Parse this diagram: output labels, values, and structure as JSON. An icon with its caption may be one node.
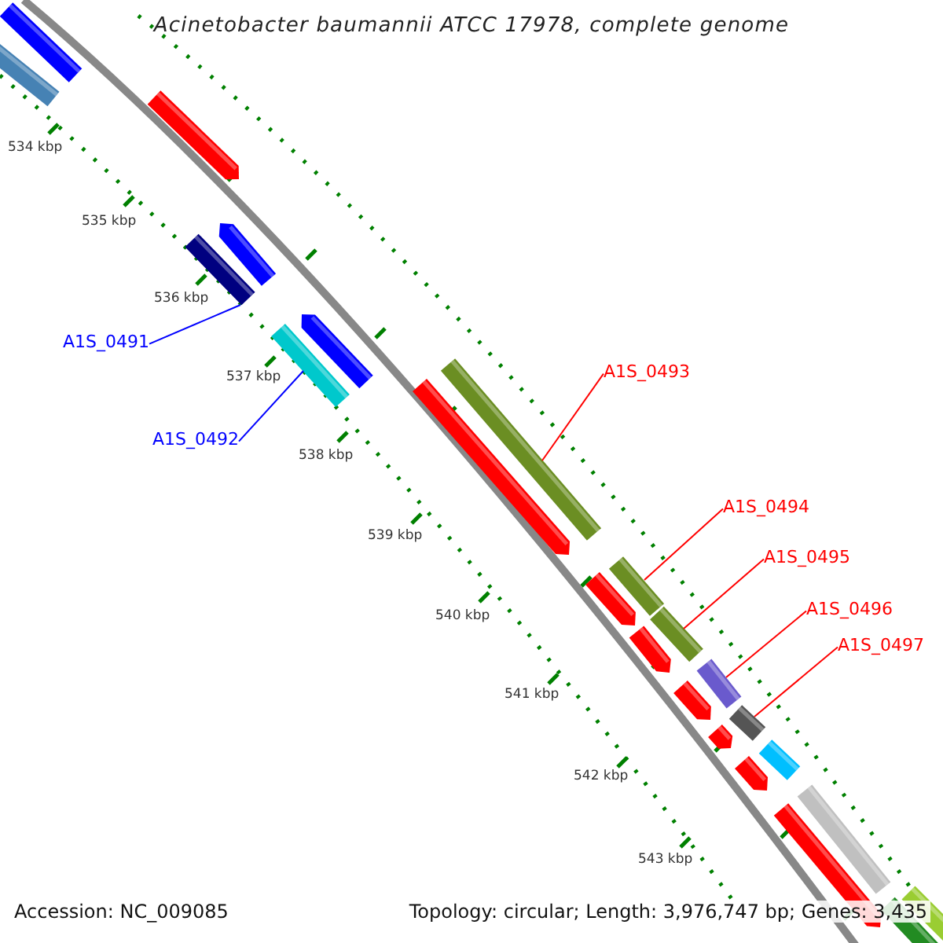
{
  "diagram": {
    "title": "Acinetobacter baumannii ATCC 17978, complete genome",
    "nodes": [
      {
        "text": [
          "A1S_0491"
        ]
      },
      {
        "text": [
          "A1S_0492"
        ]
      },
      {
        "text": [
          "A1S_0493"
        ]
      },
      {
        "text": [
          "A1S_0494"
        ]
      },
      {
        "text": [
          "A1S_0495"
        ]
      },
      {
        "text": [
          "A1S_0496"
        ]
      },
      {
        "text": [
          "A1S_0497"
        ]
      },
      {
        "text": [],
        "shape": "bar"
      },
      {
        "text": [],
        "shape": "bar"
      },
      {
        "text": [],
        "shape": "bar"
      },
      {
        "text": [],
        "shape": "bar"
      },
      {
        "text": [],
        "shape": "bar"
      },
      {
        "text": [],
        "shape": "bar"
      },
      {
        "text": [],
        "shape": "bar"
      }
    ],
    "edges": [
      {
        "from": 0,
        "to": 7,
        "arrow": "none",
        "color": "#0000ff"
      },
      {
        "from": 1,
        "to": 8,
        "arrow": "none",
        "color": "#0000ff"
      },
      {
        "from": 2,
        "to": 9,
        "arrow": "none"
      },
      {
        "from": 3,
        "to": 10,
        "arrow": "none"
      },
      {
        "from": 4,
        "to": 11,
        "arrow": "none"
      },
      {
        "from": 5,
        "to": 12,
        "arrow": "none"
      },
      {
        "from": 6,
        "to": 13,
        "arrow": "none"
      }
    ],
    "labels": [
      "534 kbp",
      "535 kbp",
      "536 kbp",
      "537 kbp",
      "538 kbp",
      "539 kbp",
      "540 kbp",
      "541 kbp",
      "542 kbp",
      "543 kbp",
      "Accession: NC_009085",
      "Topology: circular; Length: 3,976,747 bp; Genes: 3,435"
    ]
  }
}
